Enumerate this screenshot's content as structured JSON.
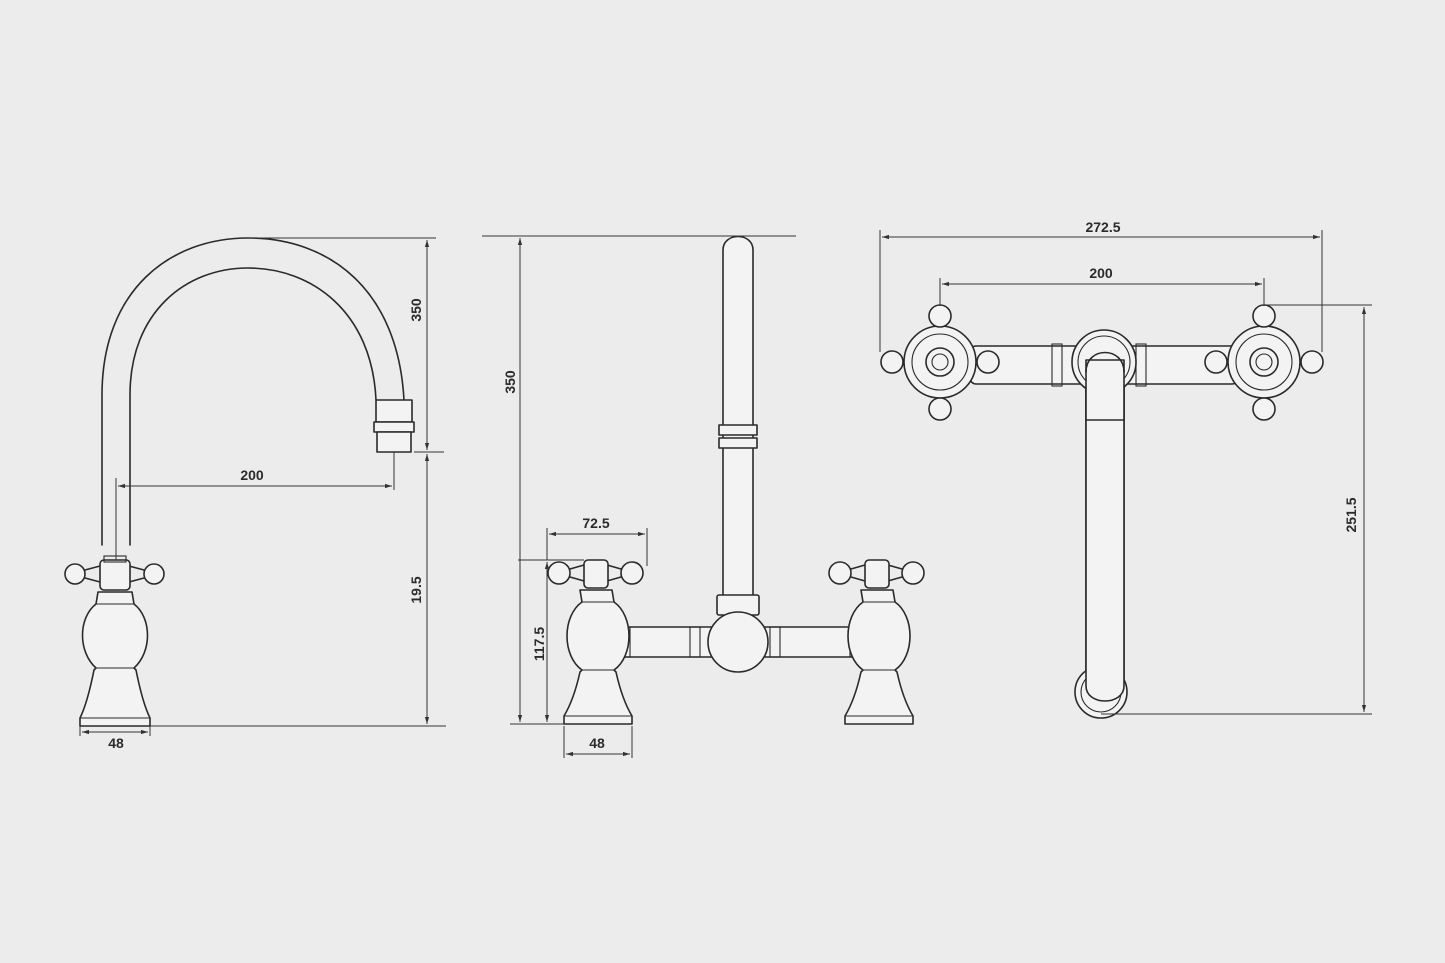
{
  "colors": {
    "background": "#ececec",
    "line": "#2a2a2a"
  },
  "side_view": {
    "dim_height": "350",
    "dim_reach": "200",
    "dim_spout_clearance": "19.5",
    "dim_base": "48"
  },
  "front_view": {
    "dim_height": "350",
    "dim_handle_span": "72.5",
    "dim_body_height": "117.5",
    "dim_base": "48"
  },
  "top_view": {
    "dim_overall_width": "272.5",
    "dim_centres": "200",
    "dim_depth": "251.5"
  }
}
